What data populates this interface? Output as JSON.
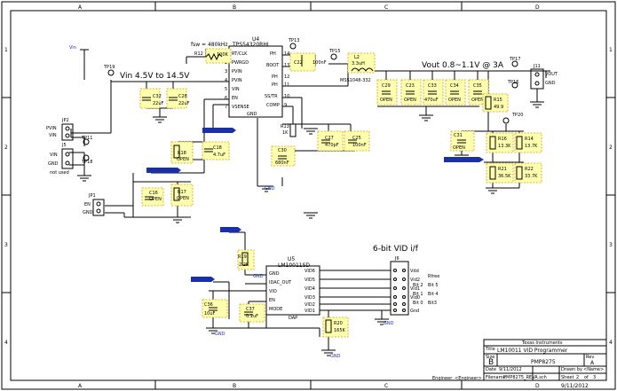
{
  "border": {
    "columns": [
      "A",
      "B",
      "C",
      "D"
    ],
    "rows": [
      "1",
      "2",
      "3",
      "4"
    ]
  },
  "input": {
    "range_label": "Vin 4.5V to 14.5V",
    "net_label": "Vin"
  },
  "output": {
    "range_label": "Vout 0.8~1.1V @ 3A"
  },
  "vid_label": "6-bit VID i/f",
  "u4": {
    "ref": "U4",
    "part": "TPS54320RHL",
    "fsw": "fsw = 480kHz",
    "pins_left": [
      "RT/CLK",
      "PWRGD",
      "PVIN",
      "PVIN",
      "VIN",
      "EN",
      "VSENSE"
    ],
    "pins_right": [
      "PH",
      "BOOT",
      "PH",
      "PH",
      "SS/TR",
      "COMP"
    ],
    "pin_numbers_left": [
      "1",
      "2",
      "3",
      "4",
      "5",
      "6",
      "7"
    ],
    "pin_numbers_right": [
      "14",
      "13",
      "12",
      "11",
      "10",
      "9"
    ],
    "gnd_pad": "GND"
  },
  "u5": {
    "ref": "U5",
    "part": "LM10011SD",
    "pins_left": [
      "GND",
      "IDAC_OUT",
      "VIO",
      "EN",
      "MODE"
    ],
    "pins_right": [
      "VID6",
      "VID5",
      "VID4",
      "VID3",
      "VID2",
      "VID1"
    ],
    "dap": "DAP"
  },
  "j6": {
    "ref": "J6",
    "labels": [
      "Vdd",
      "Vid2",
      "Vid1",
      "Vid0",
      "Gnd"
    ],
    "right_labels": [
      "Rfree",
      "Bit 5",
      "Bit 4",
      "Bit3"
    ],
    "left_bits": [
      "Bit 2",
      "Bit 1",
      "Bit 0"
    ]
  },
  "parts": {
    "r12": {
      "ref": "R12",
      "val": "100K"
    },
    "c22": {
      "ref": "C22",
      "val": "100nF"
    },
    "l2": {
      "ref": "L2",
      "val": "3.3uH",
      "part": "MSS1048-332"
    },
    "c29": {
      "ref": "C29",
      "val": "OPEN"
    },
    "c23": {
      "ref": "C23",
      "val": "OPEN"
    },
    "c33": {
      "ref": "C33",
      "val": "470uF"
    },
    "c34": {
      "ref": "C34",
      "val": "OPEN"
    },
    "c35": {
      "ref": "C35",
      "val": "OPEN"
    },
    "r15": {
      "ref": "R15",
      "val": "49.9"
    },
    "c31": {
      "ref": "C31",
      "val": "OPEN"
    },
    "r16": {
      "ref": "R16",
      "val": "13.3K"
    },
    "r14": {
      "ref": "R14",
      "val": "13.7K"
    },
    "r21": {
      "ref": "R21",
      "val": "36.5K"
    },
    "r22": {
      "ref": "R22",
      "val": "33.7K"
    },
    "c32": {
      "ref": "C32",
      "val": "22uF"
    },
    "c28": {
      "ref": "C28",
      "val": "22uF"
    },
    "c18": {
      "ref": "C18",
      "val": "4.7uF"
    },
    "r18": {
      "ref": "R18",
      "val": "OPEN"
    },
    "r17": {
      "ref": "R17",
      "val": "OPEN"
    },
    "c16": {
      "ref": "C16",
      "val": "OPEN"
    },
    "r13": {
      "ref": "R13",
      "val": "1K"
    },
    "c30": {
      "ref": "C30",
      "val": "680nF"
    },
    "c27": {
      "ref": "C27",
      "val": "470pF"
    },
    "c25": {
      "ref": "C25",
      "val": "100nF"
    },
    "r19": {
      "ref": "R19",
      "val": "2.2K"
    },
    "c36": {
      "ref": "C36",
      "val": "10uF"
    },
    "c37": {
      "ref": "C37",
      "val": "0.1uF"
    },
    "r20": {
      "ref": "R20",
      "val": "165K"
    }
  },
  "connectors": {
    "jp2": {
      "ref": "JP2",
      "pin1": "PVIN",
      "pin2": "VIN"
    },
    "j5": {
      "ref": "J5",
      "pin1": "VIN",
      "pin2": "GND",
      "note": "not used"
    },
    "jp1": {
      "ref": "JP1",
      "pin1": "EN",
      "pin2": "GND"
    },
    "j11": {
      "ref": "J11",
      "pin1": "VOUT",
      "pin2": "GND"
    }
  },
  "testpoints": [
    "TP13",
    "TP15",
    "TP19",
    "TP11",
    "TP18",
    "TP17",
    "TP16",
    "TP20"
  ],
  "gnd_label": "GND",
  "title_block": {
    "company": "Texas Instruments",
    "title_label": "Title",
    "title": "LM10011 VID Programmer",
    "size_label": "Size",
    "size": "B",
    "doc_label": "PMP8275",
    "rev_label": "Rev",
    "rev": "A",
    "engineer_label": "Engineer",
    "engineer": "<Engineer>",
    "date_label": "Date",
    "date": "9/11/2012",
    "drawn_label": "Drawn by",
    "drawn": "<Name>",
    "filename_label": "Filename",
    "filename": "PMP8275_REVA.sch",
    "sheet_label": "Sheet",
    "sheet": "2",
    "of_label": "of",
    "of": "3",
    "footer_date": "9/11/2012"
  }
}
